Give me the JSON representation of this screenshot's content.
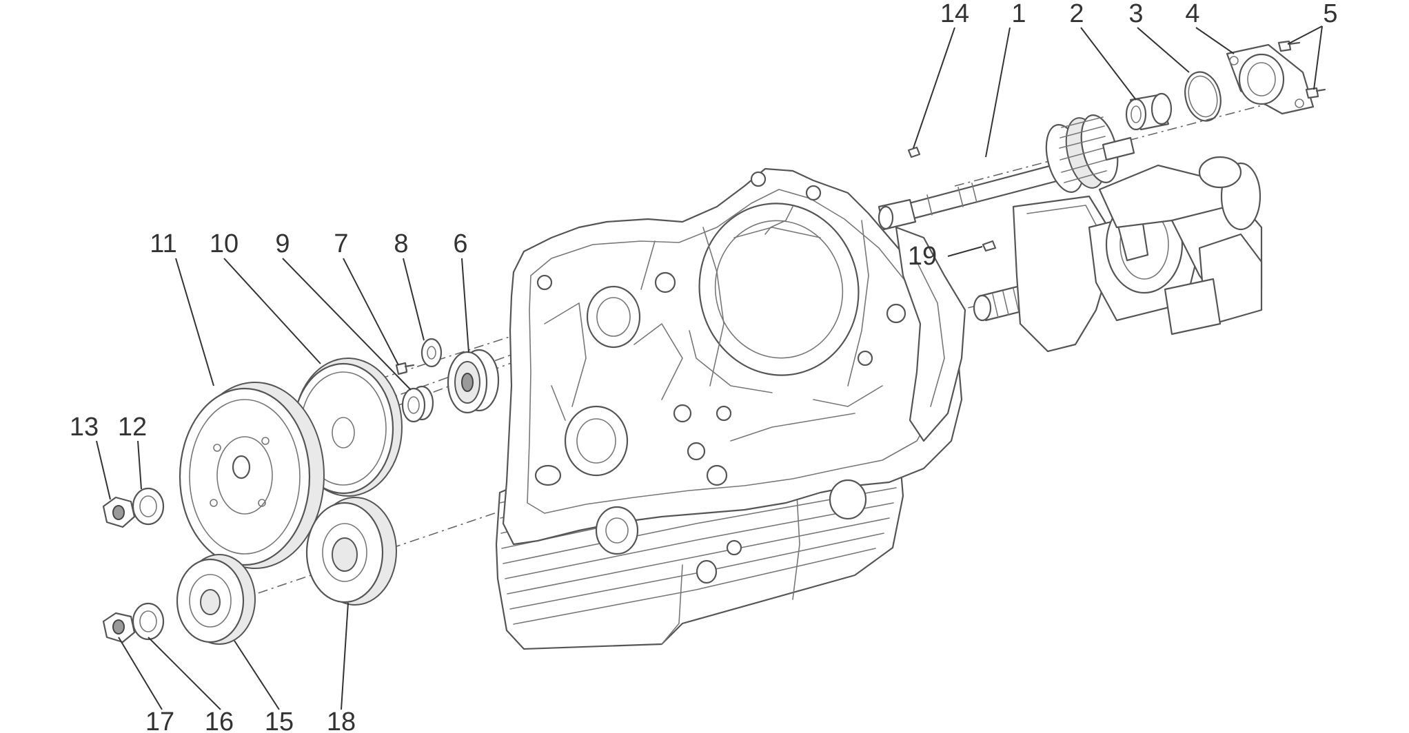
{
  "diagram": {
    "callouts": [
      {
        "id": "c1",
        "label": "1"
      },
      {
        "id": "c2",
        "label": "2"
      },
      {
        "id": "c3",
        "label": "3"
      },
      {
        "id": "c4",
        "label": "4"
      },
      {
        "id": "c5",
        "label": "5"
      },
      {
        "id": "c6",
        "label": "6"
      },
      {
        "id": "c7",
        "label": "7"
      },
      {
        "id": "c8",
        "label": "8"
      },
      {
        "id": "c9",
        "label": "9"
      },
      {
        "id": "c10",
        "label": "10"
      },
      {
        "id": "c11",
        "label": "11"
      },
      {
        "id": "c12",
        "label": "12"
      },
      {
        "id": "c13",
        "label": "13"
      },
      {
        "id": "c14",
        "label": "14"
      },
      {
        "id": "c15",
        "label": "15"
      },
      {
        "id": "c16",
        "label": "16"
      },
      {
        "id": "c17",
        "label": "17"
      },
      {
        "id": "c18",
        "label": "18"
      },
      {
        "id": "c19",
        "label": "19"
      }
    ],
    "colors": {
      "line": "#555555",
      "background": "#ffffff",
      "label": "#333333"
    }
  }
}
